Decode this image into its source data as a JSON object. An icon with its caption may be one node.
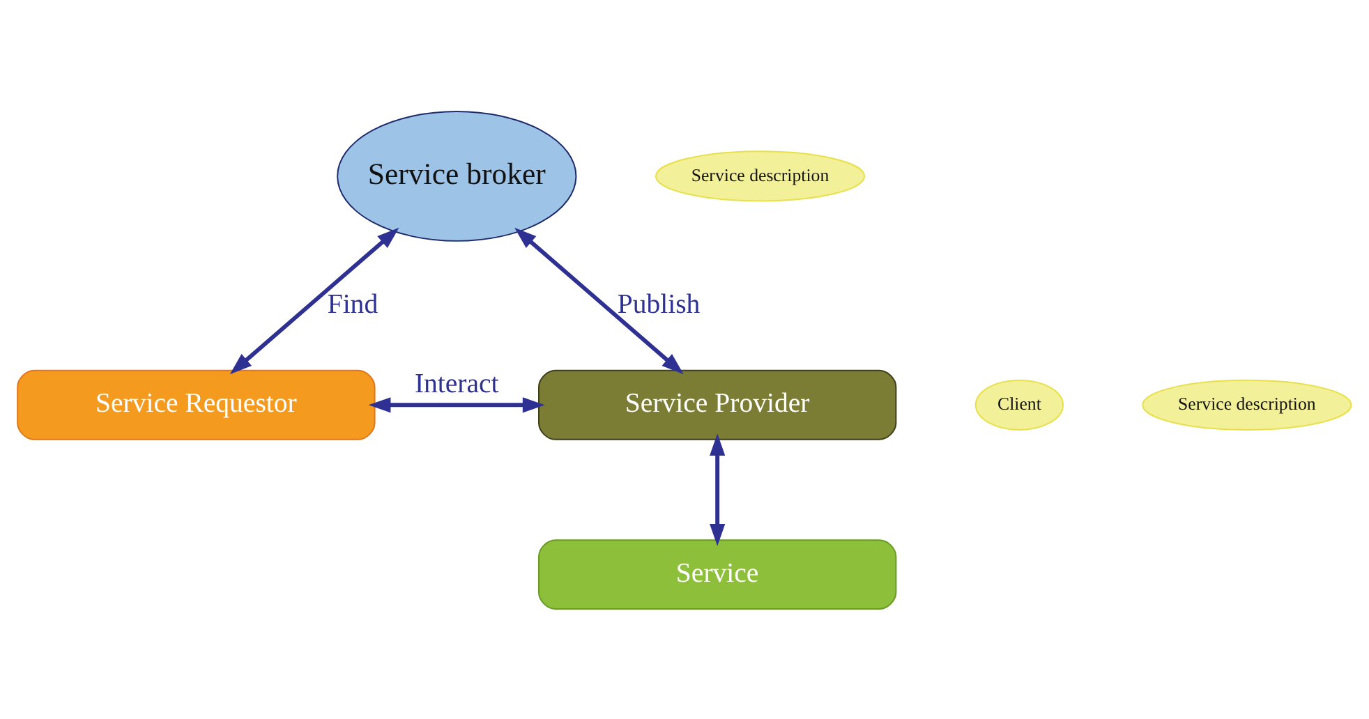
{
  "diagram": {
    "nodes": [
      {
        "text": [
          "Service broker"
        ]
      },
      {
        "text": [
          "Service description"
        ]
      },
      {
        "text": [
          "Service Requestor"
        ]
      },
      {
        "text": [
          "Client"
        ]
      },
      {
        "text": [
          "Service Provider"
        ]
      },
      {
        "text": [
          "Service description"
        ]
      },
      {
        "text": [
          "Service"
        ]
      }
    ],
    "edges": [
      {
        "from": 2,
        "to": 0,
        "arrow": "both",
        "label": "Find"
      },
      {
        "from": 0,
        "to": 4,
        "arrow": "both",
        "label": "Publish"
      },
      {
        "from": 2,
        "to": 4,
        "arrow": "both",
        "label": "Interact"
      },
      {
        "from": 4,
        "to": 6,
        "arrow": "both"
      }
    ]
  }
}
